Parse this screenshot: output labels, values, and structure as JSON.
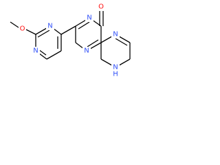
{
  "molecule": {
    "atoms": {
      "o_methoxy": {
        "symbol": "O",
        "color": "#ff0d0d"
      },
      "n_pyrimidine_1": {
        "symbol": "N",
        "color": "#3050f8"
      },
      "n_pyrimidine_3": {
        "symbol": "N",
        "color": "#3050f8"
      },
      "o_carbonyl": {
        "symbol": "O",
        "color": "#ff0d0d"
      },
      "n_ring_3": {
        "symbol": "N",
        "color": "#3050f8"
      },
      "n_ring_1": {
        "symbol": "N",
        "color": "#3050f8"
      },
      "n_pyrazine_5": {
        "symbol": "N",
        "color": "#3050f8"
      },
      "nh_pyrazine_8": {
        "symbol": "N",
        "color": "#3050f8"
      },
      "h_pyrazine_8": {
        "symbol": "H",
        "color": "#3050f8"
      }
    }
  }
}
